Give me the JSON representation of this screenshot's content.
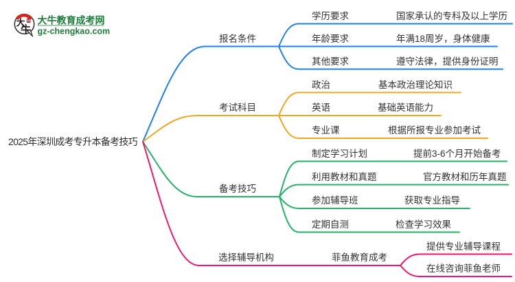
{
  "logo": {
    "bubble_text": "大牛",
    "bubble_char1": "大",
    "bubble_char2": "牛",
    "title": "大牛教育成考网",
    "domain": "gz-chengkao.com",
    "title_color": "#1e7c3a",
    "cap_color": "#d2261e",
    "seal_color": "#c3261d"
  },
  "mindmap": {
    "root": "2025年深圳成考专升本备考技巧",
    "text_color": "#333333",
    "branches": [
      {
        "label": "报名条件",
        "color": "#1F7FEC",
        "children": [
          {
            "label": "学历要求",
            "leaf": "国家承认的专科及以上学历"
          },
          {
            "label": "年龄要求",
            "leaf": "年满18周岁，身体健康"
          },
          {
            "label": "其他要求",
            "leaf": "遵守法律，提供身份证明"
          }
        ]
      },
      {
        "label": "考试科目",
        "color": "#F2A61E",
        "children": [
          {
            "label": "政治",
            "leaf": "基本政治理论知识"
          },
          {
            "label": "英语",
            "leaf": "基础英语能力"
          },
          {
            "label": "专业课",
            "leaf": "根据所报专业参加考试"
          }
        ]
      },
      {
        "label": "备考技巧",
        "color": "#21B364",
        "children": [
          {
            "label": "制定学习计划",
            "leaf": "提前3-6个月开始备考"
          },
          {
            "label": "利用教材和真题",
            "leaf": "官方教材和历年真题"
          },
          {
            "label": "参加辅导班",
            "leaf": "获取专业指导"
          },
          {
            "label": "定期自测",
            "leaf": "检查学习效果"
          }
        ]
      },
      {
        "label": "选择辅导机构",
        "color": "#F4156C",
        "children": [
          {
            "label": "菲鱼教育成考",
            "leaves": [
              "提供专业辅导课程",
              "在线咨询菲鱼老师"
            ]
          }
        ]
      }
    ]
  }
}
